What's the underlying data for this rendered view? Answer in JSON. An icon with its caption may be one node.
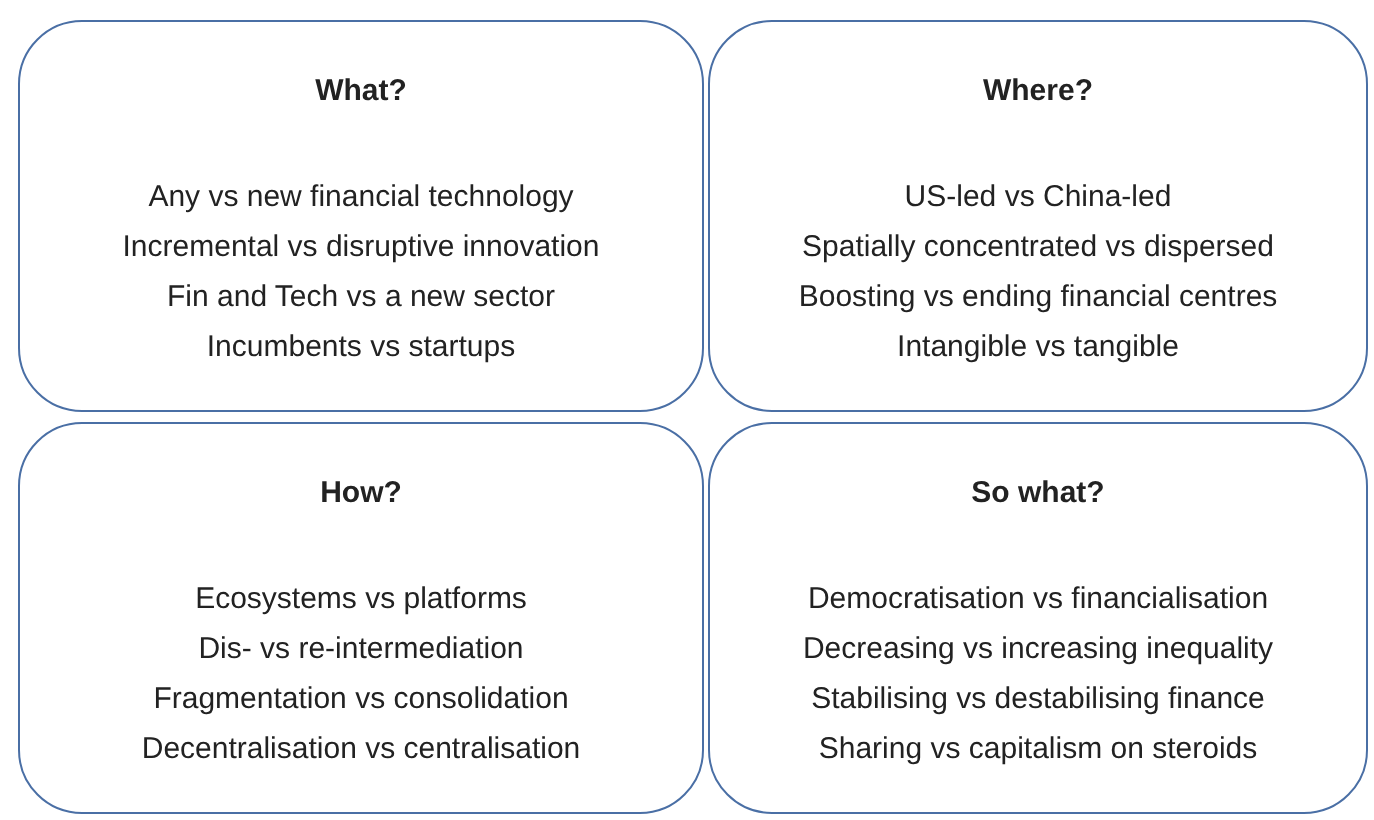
{
  "diagram": {
    "nodes": [
      {
        "text": [
          "What?",
          "Any vs new financial technology",
          "Incremental vs disruptive innovation",
          "Fin and Tech vs a new sector",
          "Incumbents vs startups"
        ]
      },
      {
        "text": [
          "Where?",
          "US-led vs China-led",
          "Spatially concentrated vs dispersed",
          "Boosting vs ending financial centres",
          "Intangible vs tangible"
        ]
      },
      {
        "text": [
          "How?",
          "Ecosystems vs platforms",
          "Dis- vs re-intermediation",
          "Fragmentation vs consolidation",
          "Decentralisation vs centralisation"
        ]
      },
      {
        "text": [
          "So what?",
          "Democratisation vs financialisation",
          "Decreasing vs increasing inequality",
          "Stabilising vs destabilising finance",
          "Sharing vs capitalism on steroids"
        ]
      }
    ]
  }
}
